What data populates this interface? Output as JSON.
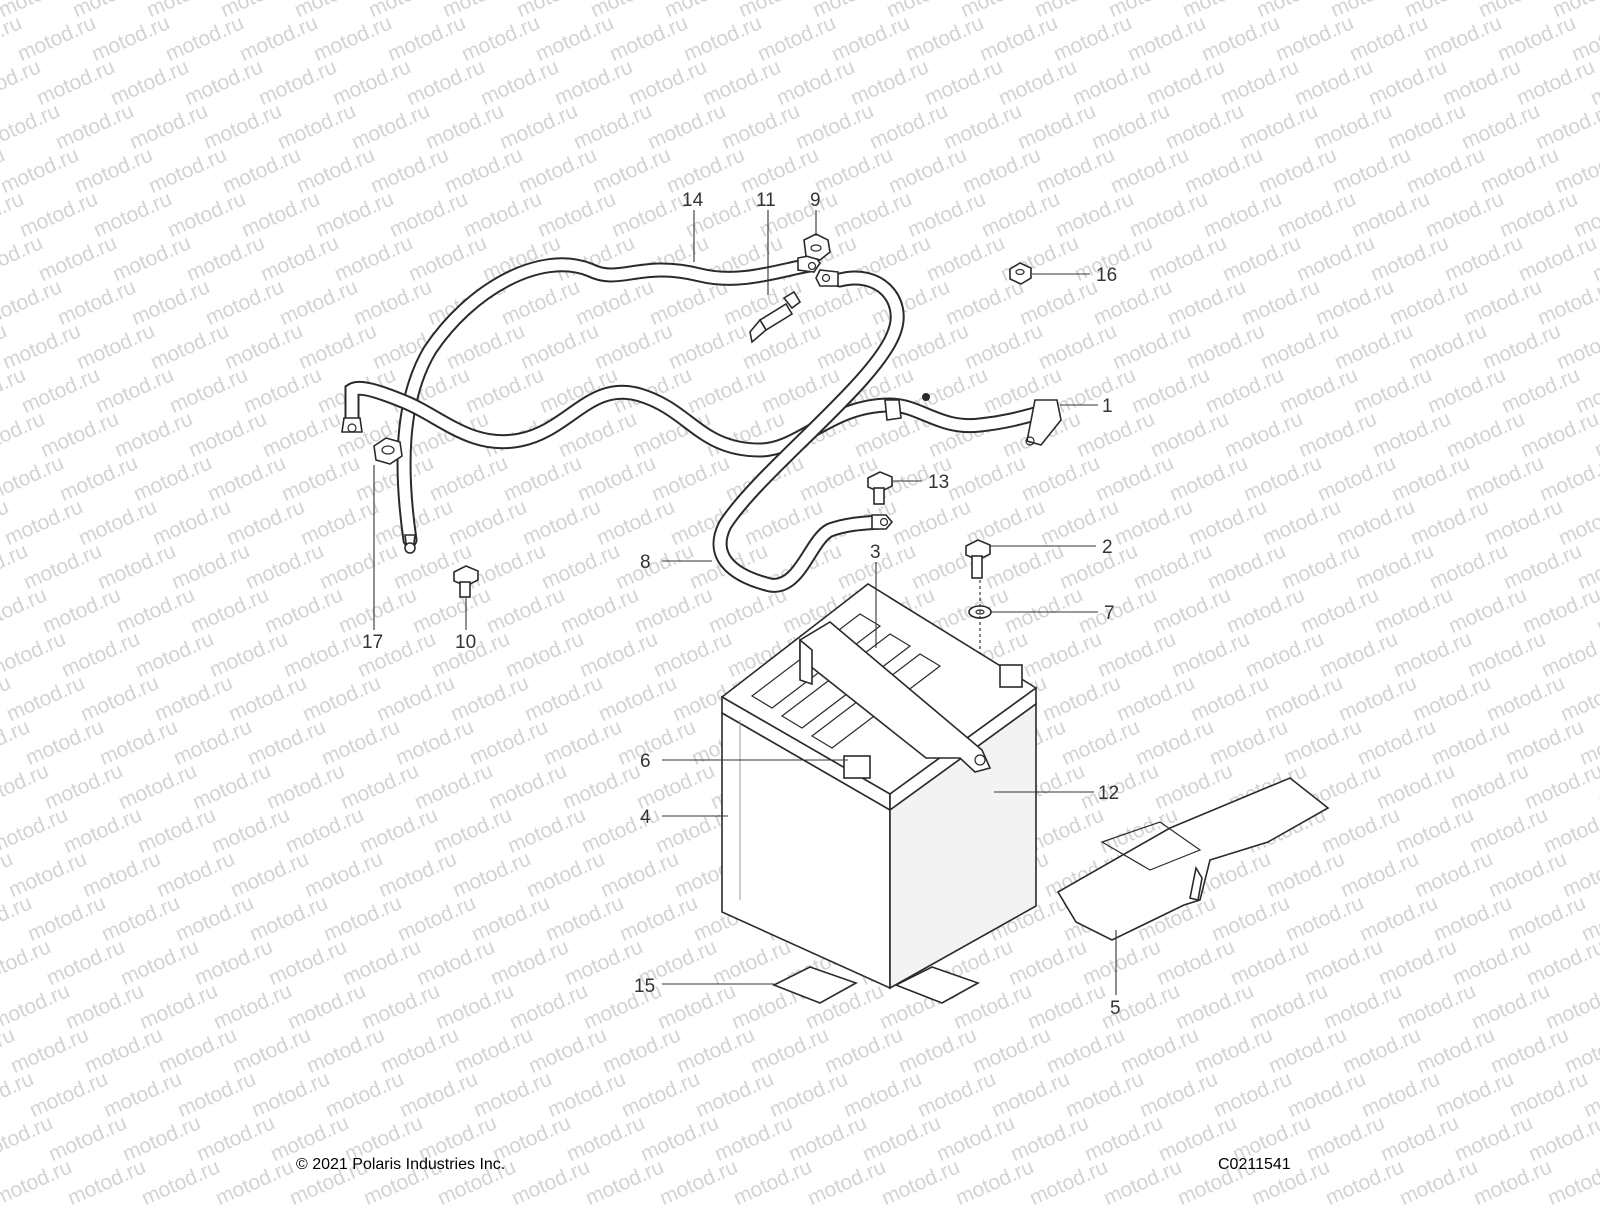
{
  "watermark": {
    "text": "motod.ru"
  },
  "callouts": [
    {
      "num": "14"
    },
    {
      "num": "11"
    },
    {
      "num": "9"
    },
    {
      "num": "16"
    },
    {
      "num": "1"
    },
    {
      "num": "13"
    },
    {
      "num": "2"
    },
    {
      "num": "8"
    },
    {
      "num": "3"
    },
    {
      "num": "7"
    },
    {
      "num": "17"
    },
    {
      "num": "10"
    },
    {
      "num": "6"
    },
    {
      "num": "12"
    },
    {
      "num": "4"
    },
    {
      "num": "15"
    },
    {
      "num": "5"
    }
  ],
  "footer": {
    "copyright": "© 2021 Polaris Industries Inc.",
    "drawing_id": "C0211541"
  }
}
